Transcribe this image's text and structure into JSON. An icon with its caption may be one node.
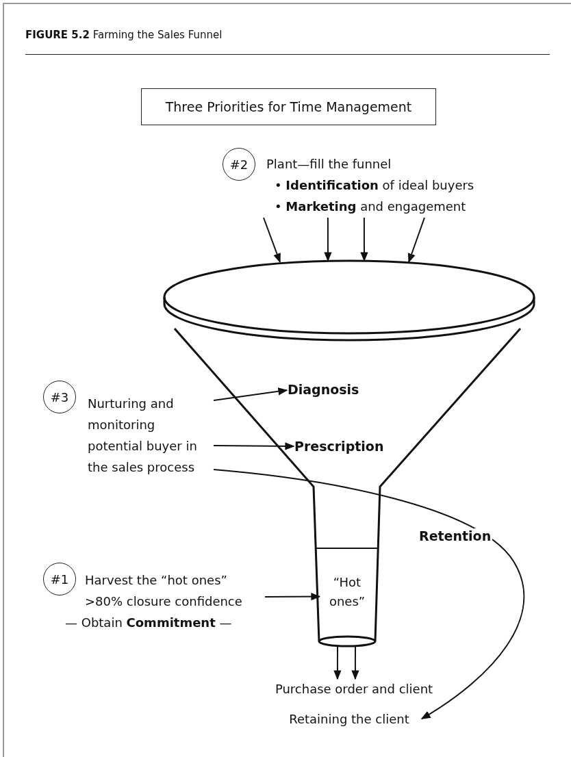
{
  "diagram": {
    "title": "**FIGURE 5.2** Farming the Sales Funnel",
    "nodes": [
      {
        "text": [
          "Three Priorities for Time Management"
        ]
      },
      {
        "text": [
          "#2"
        ]
      },
      {
        "text": [
          "Plant—fill the funnel",
          "• **Identification** of ideal buyers",
          "• **Marketing** and engagement"
        ]
      },
      {
        "text": [],
        "shape": "funnel"
      },
      {
        "text": [
          "#3"
        ]
      },
      {
        "text": [
          "Nurturing and monitoring potential buyer in the sales process"
        ]
      },
      {
        "text": [
          "Diagnosis"
        ],
        "in": 3
      },
      {
        "text": [
          "Prescription"
        ],
        "in": 3
      },
      {
        "text": [
          "#1"
        ]
      },
      {
        "text": [
          "Harvest the “hot ones”",
          ">80% closure confidence",
          "— Obtain **Commitment** —"
        ]
      },
      {
        "text": [
          "“Hot ones”"
        ],
        "in": 3
      },
      {
        "text": [
          "Purchase order and client"
        ]
      },
      {
        "text": [
          "Retaining the client"
        ]
      }
    ],
    "edges": [
      {
        "from": 2,
        "to": 3,
        "arrow": "to"
      },
      {
        "from": 2,
        "to": 3,
        "arrow": "to"
      },
      {
        "from": 2,
        "to": 3,
        "arrow": "to"
      },
      {
        "from": 2,
        "to": 3,
        "arrow": "to"
      },
      {
        "from": 5,
        "to": 6,
        "arrow": "to"
      },
      {
        "from": 5,
        "to": 7,
        "arrow": "to"
      },
      {
        "from": 5,
        "to": 12,
        "arrow": "to",
        "label": "Retention"
      },
      {
        "from": 9,
        "to": 10,
        "arrow": "to"
      },
      {
        "from": 3,
        "to": 11,
        "arrow": "to"
      },
      {
        "from": 3,
        "to": 11,
        "arrow": "to"
      }
    ]
  }
}
